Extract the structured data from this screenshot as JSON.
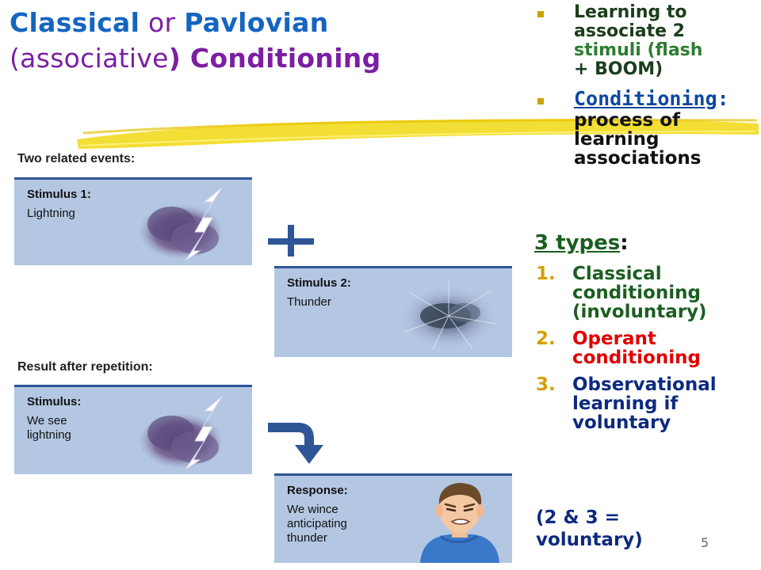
{
  "title": {
    "part1": "Classical",
    "or": " or ",
    "part2": "Pavlovian",
    "part3": "(associative",
    "part4": ")",
    "part5": " Conditioning"
  },
  "bullets": {
    "b1_line1": "Learning to",
    "b1_line2": "associate 2",
    "b1_line3": "stimuli (flash",
    "b1_line4": "+ BOOM)",
    "b2_term": "Conditioning",
    "b2_colon": ":",
    "b2_rest": "process of learning associations"
  },
  "types": {
    "heading": "3 types",
    "colon": ":",
    "items": [
      {
        "num": "1.",
        "text": "Classical conditioning (involuntary)"
      },
      {
        "num": "2.",
        "text": "Operant conditioning"
      },
      {
        "num": "3.",
        "text": "Observational learning if voluntary"
      }
    ],
    "note": "(2 & 3 = voluntary)"
  },
  "page_number": "5",
  "diagram": {
    "heading1": "Two related events:",
    "heading2": "Result after repetition:",
    "panel1": {
      "label": "Stimulus 1:",
      "desc": "Lightning"
    },
    "panel2": {
      "label": "Stimulus 2:",
      "desc": "Thunder"
    },
    "panel3": {
      "label": "Stimulus:",
      "desc_line1": "We see",
      "desc_line2": "lightning"
    },
    "panel4": {
      "label": "Response:",
      "desc_line1": "We wince",
      "desc_line2": "anticipating",
      "desc_line3": "thunder"
    }
  },
  "colors": {
    "panel_bg": "#b3c7e2",
    "accent_blue": "#2f5597",
    "highlighter": "#f2dc2a",
    "bullet_marker": "#c8a400",
    "operant_red": "#e00000"
  }
}
